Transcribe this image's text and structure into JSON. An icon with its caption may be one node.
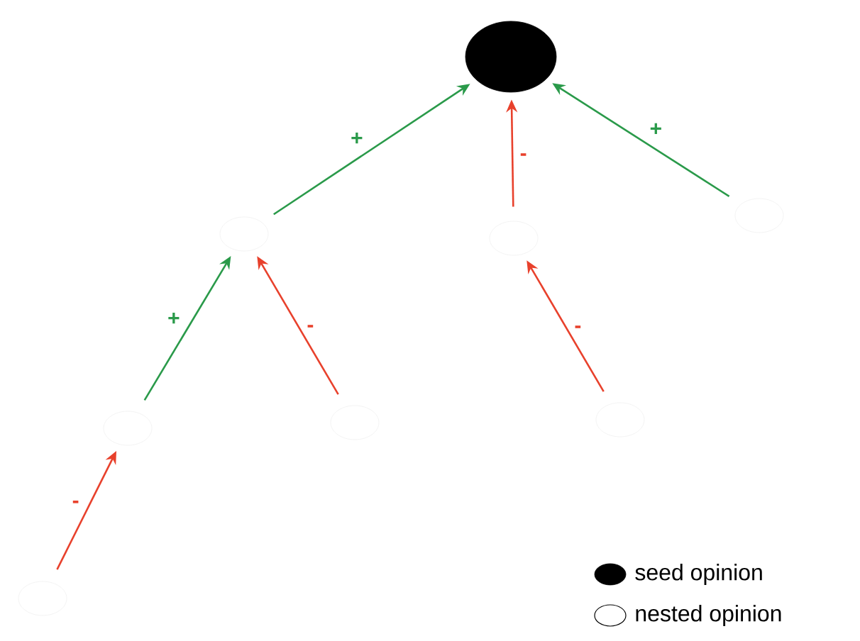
{
  "diagram": {
    "nodes": [
      {
        "text": [],
        "shape": "circle"
      },
      {
        "text": [],
        "shape": "circle"
      },
      {
        "text": [],
        "shape": "circle"
      },
      {
        "text": [],
        "shape": "circle"
      },
      {
        "text": [],
        "shape": "circle"
      },
      {
        "text": [],
        "shape": "circle"
      },
      {
        "text": [],
        "shape": "circle"
      },
      {
        "text": [],
        "shape": "circle"
      }
    ],
    "edges": [
      {
        "from": 1,
        "to": 0,
        "arrow": "to",
        "label": "+",
        "color": "#2a9a4a"
      },
      {
        "from": 2,
        "to": 0,
        "arrow": "to",
        "label": "-"
      },
      {
        "from": 3,
        "to": 0,
        "arrow": "to",
        "label": "+",
        "color": "#2a9a4a"
      },
      {
        "from": 4,
        "to": 1,
        "arrow": "to",
        "label": "+",
        "color": "#2a9a4a"
      },
      {
        "from": 5,
        "to": 1,
        "arrow": "to",
        "label": "-"
      },
      {
        "from": 6,
        "to": 2,
        "arrow": "to",
        "label": "-"
      },
      {
        "from": 7,
        "to": 4,
        "arrow": "to",
        "label": "-"
      }
    ],
    "legend": [
      {
        "text": "seed opinion"
      },
      {
        "text": "nested opinion"
      }
    ]
  }
}
